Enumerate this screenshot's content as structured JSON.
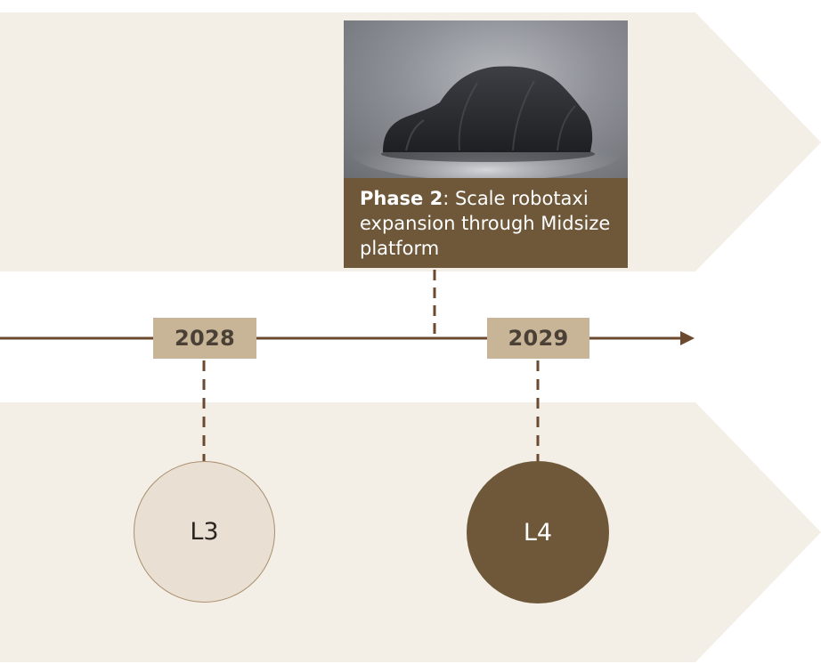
{
  "phase": {
    "label": "Phase 2",
    "separator": ":",
    "text": " Scale robotaxi expansion through Midsize platform",
    "image_icon": "covered-car-icon"
  },
  "years": {
    "first": "2028",
    "second": "2029"
  },
  "levels": {
    "first": "L3",
    "second": "L4"
  },
  "colors": {
    "band": "#f3efe7",
    "accent_brown": "#6e5839",
    "year_tag": "#c8b597",
    "light_circle": "#e9e0d3",
    "line": "#6b4a30"
  }
}
